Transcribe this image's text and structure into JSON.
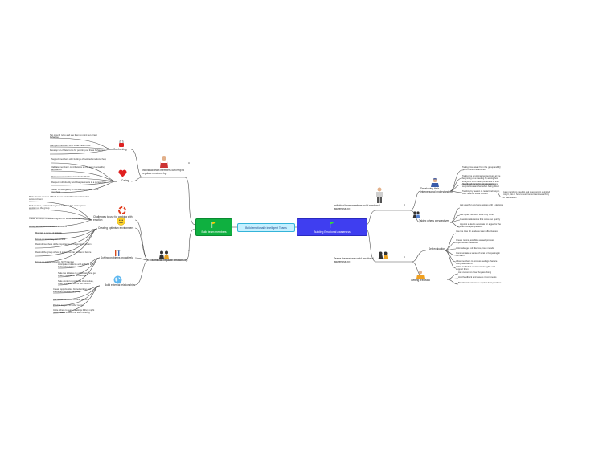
{
  "central": "Build emotionally intelligent Teams",
  "main_left": {
    "label": "Build team members"
  },
  "main_right": {
    "label": "Building Emotional awareness"
  },
  "colors": {
    "central_fill": "#c6f0ff",
    "left_fill": "#0fb040",
    "right_fill": "#3f3ef0",
    "line": "#555555"
  },
  "left_branches": {
    "b1": {
      "label": "Individual team members can help to regulate emotions by:"
    },
    "b1_confronting": {
      "label": "Confronting",
      "items": [
        "Set ground rules and use them to point out errant behaviour",
        "Call upon members who break these rules",
        "Develop fun-if deterrents for pointing out these behaviours"
      ]
    },
    "b1_caring": {
      "label": "Caring",
      "items": [
        "Support members with feelings of isolated emotional help",
        "Validate members' contributions so the team knows they are valued",
        "Protect members from harmful feedback",
        "Respect individuality and disagreements in a perspective",
        "Never be derogatory or demeaning to other team members"
      ]
    },
    "b2": {
      "label": "Teams can regulate emotions by:"
    },
    "b2_challenges": {
      "label": "Challenges to use for working with emotion",
      "items": [
        "Make time to discuss difficult issues and address emotions that surround them",
        "Find creative, welcomed ways to acknowledge and express emotion on the group",
        "Create fun ways to talk and tighten on tense stress and tension",
        "Accept emotions of members' emotions"
      ]
    },
    "b2_optimism": {
      "label": "Creating optimism environment",
      "items": [
        "Maintain a sense of attitude",
        "Focus on what they can control",
        "Remind members of the importance of the group's mission",
        "Remind the group of how it solved similar problems before",
        "Focus on problem-solving, NOT blaming"
      ]
    },
    "b2_solving": {
      "label": "Solving problems proactively",
      "items": [
        "Anticipate problems and address them before they happen",
        "Take the initiative to understand and get what is needed to be effective",
        "Take control of problems themselves, often before a need is self-evident"
      ]
    },
    "b2_external": {
      "label": "Build external relationships",
      "items": [
        "Create opportunities for networking and interaction outside the group",
        "Ask about the needs of other teams",
        "Provide support for other teams",
        "Invite others to team meetings if they might have a stake in what the team is doing"
      ]
    }
  },
  "right_branches": {
    "r1": {
      "label": "Individual team members build emotional awareness by:"
    },
    "r1_dev": {
      "label": "Developing their interpersonal understanding",
      "items": [
        "Taking time away from the group and IQ get to know one another",
        "Taking the emotional temperature at the beginning of a meeting by asking how everyone is, or taking a census of their mood and concerns to ask at work",
        "Gentle response to ask questions and support one another when being direct",
        "Tackling by reason to restart behaviour, then reaffirm usual context"
      ],
      "note": "Team members need to ask questions in a limited insight, this is how to test concern and searching for clarification"
    },
    "r1_persp": {
      "label": "Taking others perspectives",
      "items": [
        "Ask whether everyone agrees with a decision",
        "Ask quiet members what they think",
        "Questions decisions that come too quickly",
        "Appoint a devil's advocate for argue for the alternative perspectives"
      ]
    },
    "r2": {
      "label": "Teams themselves could emotional awareness by:"
    },
    "r2_self": {
      "label": "Self evaluation",
      "items": [
        "Use the time for evaluate team effectiveness",
        "Create norms, establish as well process objectives to measures",
        "Acknowledge and discuss group moods",
        "Communicate a sense of what is happening in the team",
        "Allow members to process feelings that are being attended to",
        "Utilize individual emotional strengths and support them"
      ]
    },
    "r2_feedback": {
      "label": "Getting feedback",
      "items": [
        "Ask customers how they are doing",
        "Hold feedback and assess in comments",
        "Benchmark processes against best practices"
      ]
    }
  }
}
